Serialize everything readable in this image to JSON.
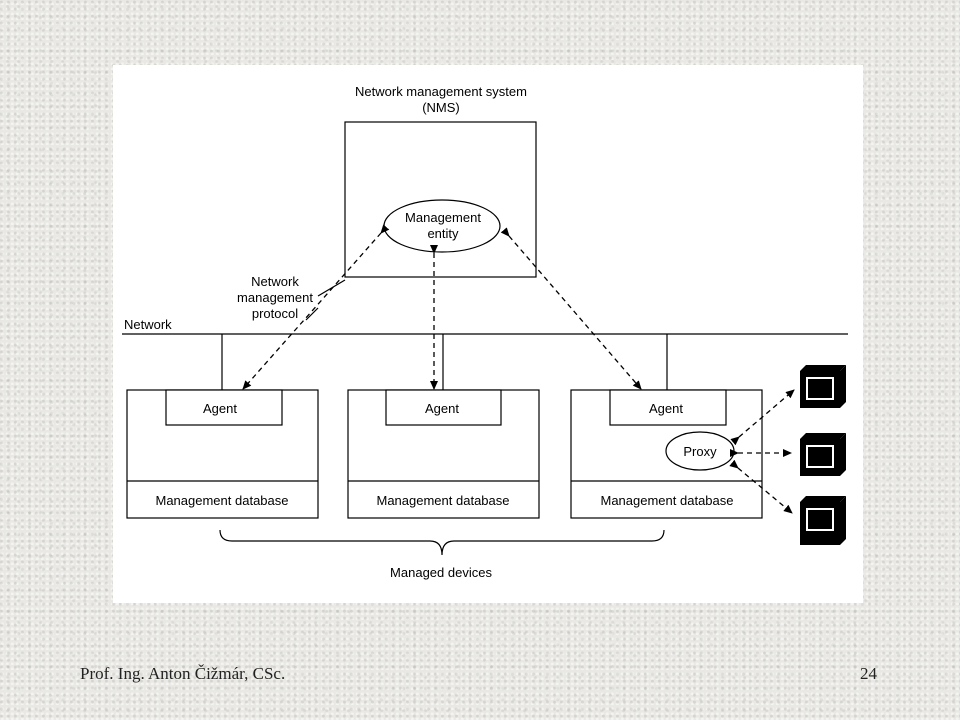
{
  "diagram": {
    "nms_title_line1": "Network management system",
    "nms_title_line2": "(NMS)",
    "management_entity_line1": "Management",
    "management_entity_line2": "entity",
    "protocol_label_line1": "Network",
    "protocol_label_line2": "management",
    "protocol_label_line3": "protocol",
    "network_label": "Network",
    "agent_label": "Agent",
    "database_label": "Management database",
    "proxy_label": "Proxy",
    "managed_devices_label": "Managed devices"
  },
  "footer": {
    "author": "Prof. Ing. Anton Čižmár, CSc.",
    "page_number": "24"
  }
}
